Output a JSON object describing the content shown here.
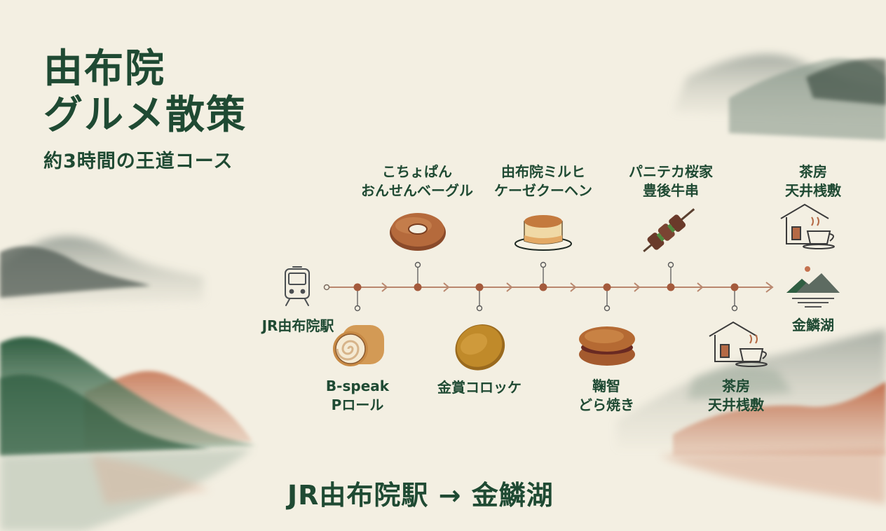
{
  "title": {
    "line1": "由布院",
    "line2": "グルメ散策",
    "subtitle": "約3時間の王道コース"
  },
  "start": {
    "label": "JR由布院駅",
    "icon": "train-icon"
  },
  "stops": [
    {
      "line1": "B-speak",
      "line2": "Pロール",
      "icon": "roll-cake-icon"
    },
    {
      "line1": "こちょぱん",
      "line2": "おんせんベーグル",
      "icon": "bagel-icon"
    },
    {
      "line1": "金賞コロッケ",
      "line2": "",
      "icon": "croquette-icon"
    },
    {
      "line1": "由布院ミルヒ",
      "line2": "ケーゼクーヘン",
      "icon": "cheesecake-icon"
    },
    {
      "line1": "鞠智",
      "line2": "どら焼き",
      "icon": "dorayaki-icon"
    },
    {
      "line1": "パニテカ桜家",
      "line2": "豊後牛串",
      "icon": "beef-skewer-icon"
    },
    {
      "line1": "茶房",
      "line2": "天井桟敷",
      "icon": "teahouse-icon"
    }
  ],
  "top_teahouse": {
    "line1": "茶房",
    "line2": "天井桟敷",
    "icon": "teahouse-icon"
  },
  "end": {
    "label": "金鱗湖",
    "icon": "lake-icon"
  },
  "route_text": "JR由布院駅 → 金鱗湖",
  "colors": {
    "background": "#f3efe2",
    "text": "#1f4a33",
    "timeline": "#b9876e",
    "dot": "#a45a3c"
  }
}
